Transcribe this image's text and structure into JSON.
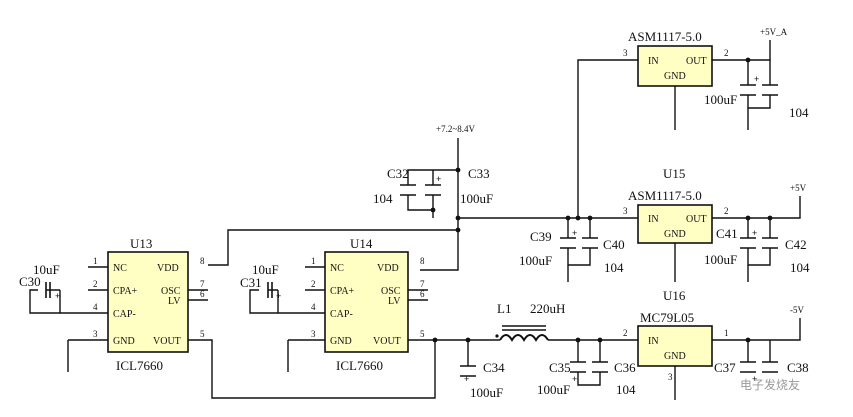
{
  "rails": {
    "vin": "+7.2~8.4V",
    "v5a": "+5V_A",
    "v5": "+5V",
    "vneg5": "-5V"
  },
  "chips": {
    "u13": {
      "ref": "U13",
      "part": "ICL7660",
      "pins": [
        "NC",
        "CPA+",
        "CAP-",
        "GND",
        "VDD",
        "OSC",
        "LV",
        "VOUT"
      ],
      "pin_numbers": [
        "1",
        "2",
        "4",
        "3",
        "8",
        "7",
        "6",
        "5"
      ]
    },
    "u14": {
      "ref": "U14",
      "part": "ICL7660",
      "pins": [
        "NC",
        "CPA+",
        "CAP-",
        "GND",
        "VDD",
        "OSC",
        "LV",
        "VOUT"
      ],
      "pin_numbers": [
        "1",
        "2",
        "4",
        "3",
        "8",
        "7",
        "6",
        "5"
      ]
    },
    "reg_top": {
      "part": "ASM1117-5.0",
      "pins": [
        "IN",
        "OUT",
        "GND"
      ],
      "pin_numbers": [
        "3",
        "2"
      ]
    },
    "u15": {
      "ref": "U15",
      "part": "ASM1117-5.0",
      "pins": [
        "IN",
        "OUT",
        "GND"
      ],
      "pin_numbers": [
        "3",
        "2"
      ]
    },
    "u16": {
      "ref": "U16",
      "part": "MC79L05",
      "pins": [
        "IN",
        "GND"
      ],
      "pin_numbers": [
        "2",
        "1",
        "3"
      ]
    }
  },
  "components": {
    "c30": {
      "ref": "C30",
      "value": "10uF"
    },
    "c31": {
      "ref": "C31",
      "value": "10uF"
    },
    "c32": {
      "ref": "C32",
      "value": "104"
    },
    "c33": {
      "ref": "C33",
      "value": "100uF"
    },
    "c39": {
      "ref": "C39",
      "value": "100uF"
    },
    "c40": {
      "ref": "C40",
      "value": "104"
    },
    "c41": {
      "ref": "C41",
      "value": "100uF"
    },
    "c42": {
      "ref": "C42",
      "value": "104"
    },
    "c_top_a": {
      "value": "100uF"
    },
    "c_top_b": {
      "value": "104"
    },
    "c34": {
      "ref": "C34",
      "value": "100uF"
    },
    "c35": {
      "ref": "C35",
      "value": "100uF"
    },
    "c36": {
      "ref": "C36",
      "value": "104"
    },
    "c37": {
      "ref": "C37"
    },
    "c38": {
      "ref": "C38"
    },
    "l1": {
      "ref": "L1",
      "value": "220uH"
    }
  },
  "polarity_mark": "+",
  "watermark": "电子发烧友"
}
